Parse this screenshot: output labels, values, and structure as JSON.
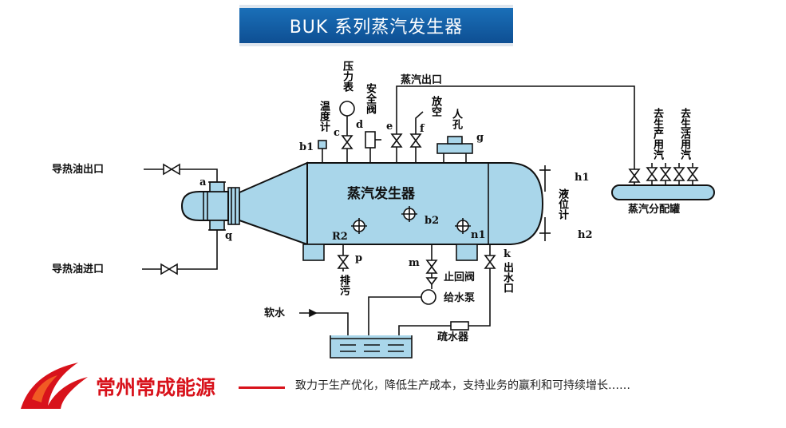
{
  "title": "BUK 系列蒸汽发生器",
  "labels": {
    "pressure_gauge": "压力表",
    "safety_valve": "安全阀",
    "steam_outlet": "蒸汽出口",
    "vent": "放空",
    "manhole": "人孔",
    "thermometer": "温度计",
    "to_production_steam": "去生产用汽",
    "to_domestic_steam": "去生活用汽",
    "steam_header": "蒸汽分配罐",
    "oil_outlet": "导热油出口",
    "oil_inlet": "导热油进口",
    "generator": "蒸汽发生器",
    "level_gauge": "液位计",
    "blowdown": "排污",
    "check_valve": "止回阀",
    "feed_pump": "给水泵",
    "water_outlet": "出水口",
    "soft_water": "软水",
    "trap": "疏水器"
  },
  "tags": {
    "a": "a",
    "q": "q",
    "b1": "b1",
    "c": "c",
    "d": "d",
    "e": "e",
    "f": "f",
    "g": "g",
    "h1": "h1",
    "h2": "h2",
    "R2": "R2",
    "b2": "b2",
    "n1": "n1",
    "p": "p",
    "m": "m",
    "k": "k"
  },
  "footer": {
    "company": "常州常成能源",
    "slogan": "致力于生产优化，降低生产成本，支持业务的赢利和可持续增长……"
  },
  "colors": {
    "vessel_fill": "#a9d6ea",
    "title_bg": "#1565b0",
    "brand_red": "#d8121b"
  }
}
